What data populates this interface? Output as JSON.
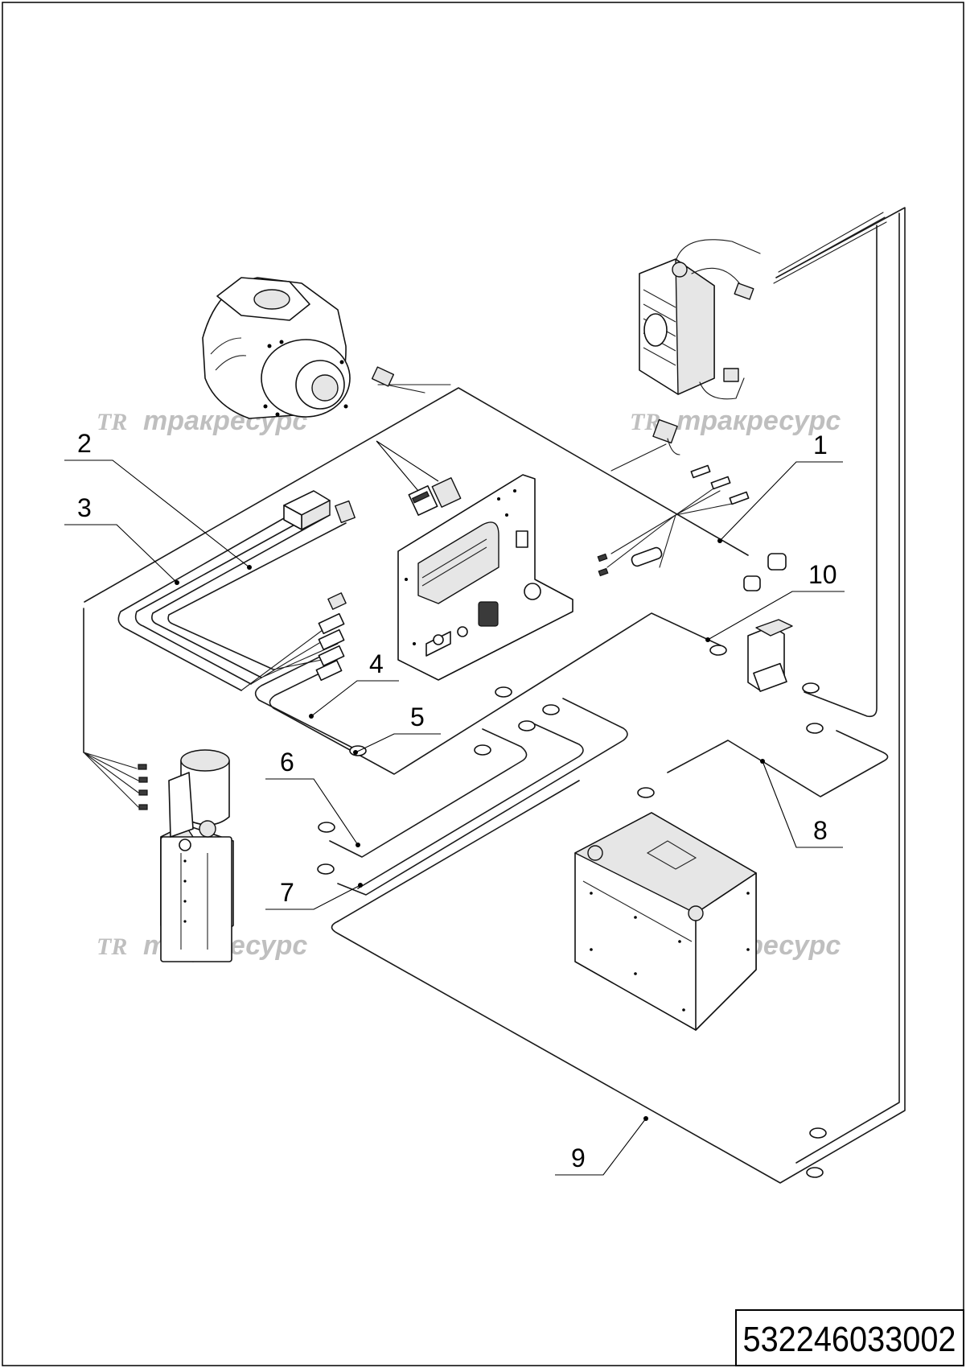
{
  "callouts": [
    "1",
    "2",
    "3",
    "4",
    "5",
    "6",
    "7",
    "8",
    "9",
    "10"
  ],
  "watermark": {
    "logo": "TR",
    "text": "тракресурс"
  },
  "document_number": "532246033002"
}
